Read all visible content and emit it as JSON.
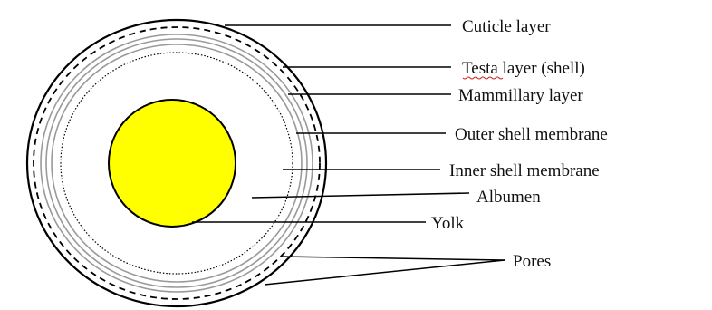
{
  "diagram": {
    "labels": {
      "cuticle": "Cuticle layer",
      "testa": "Testa layer (shell)",
      "mammillary": "Mammillary layer",
      "outer_membrane": "Outer shell membrane",
      "inner_membrane": "Inner shell membrane",
      "albumen": "Albumen",
      "yolk": "Yolk",
      "pores": "Pores"
    },
    "colors": {
      "yolk_fill": "#ffff00",
      "outline": "#000000",
      "membrane_gray": "#9a9a9a",
      "background": "#ffffff"
    }
  }
}
